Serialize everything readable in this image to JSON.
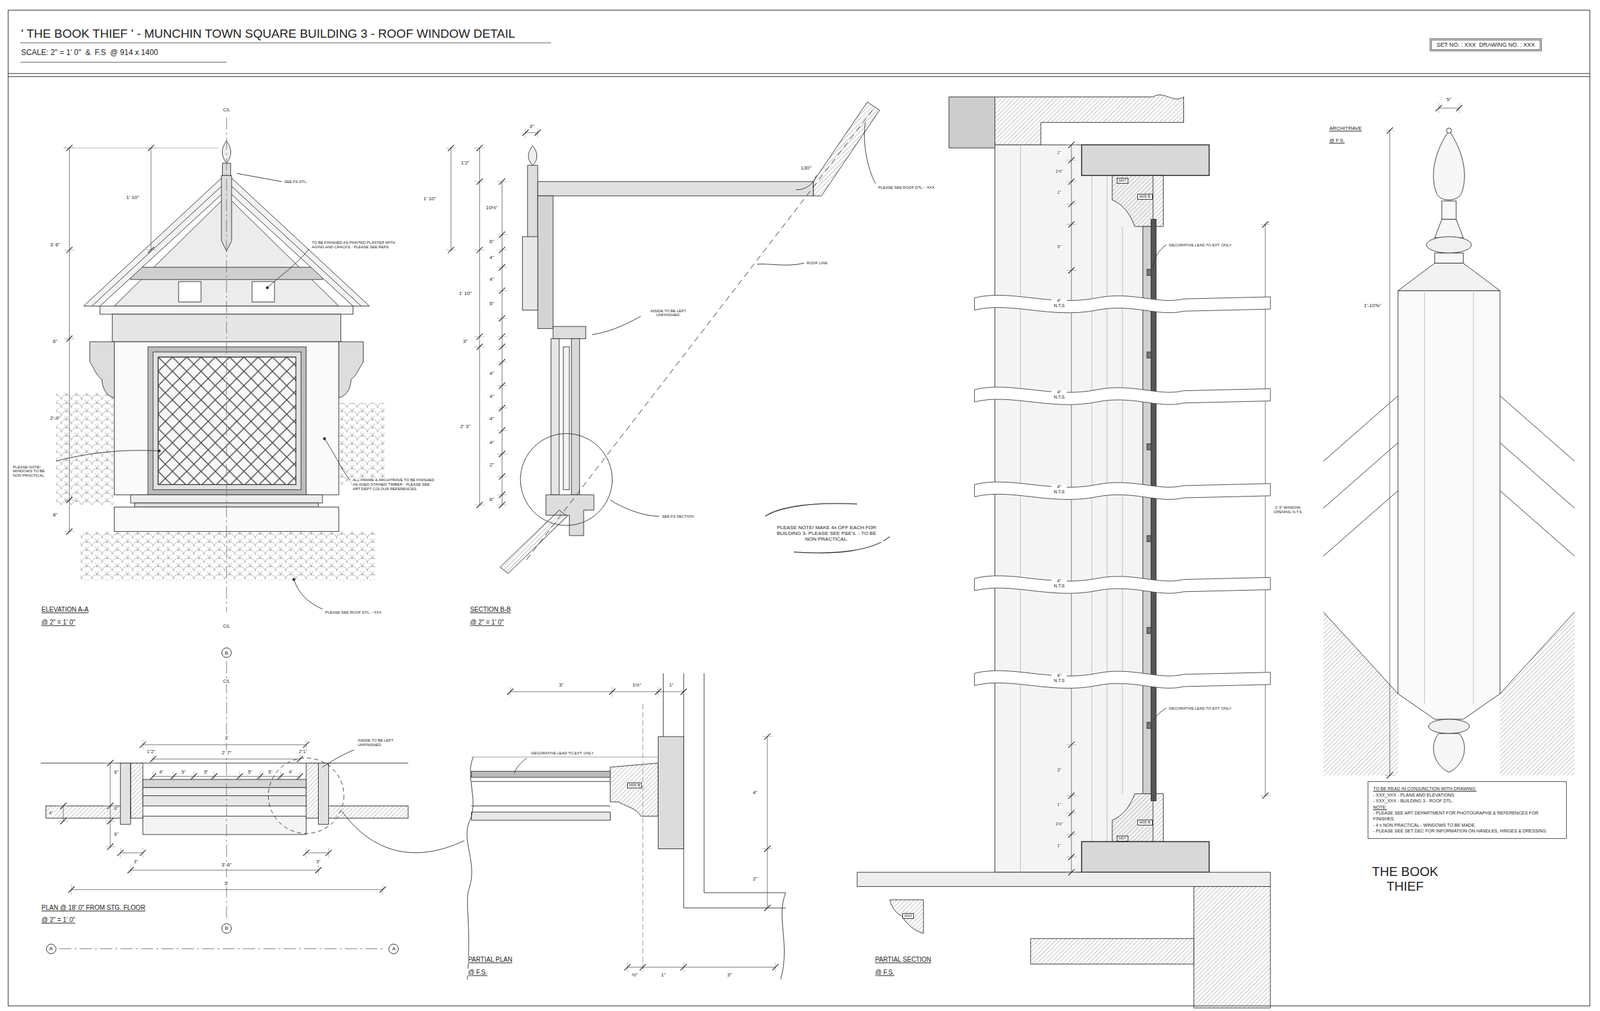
{
  "diagram": {
    "title": "' THE BOOK THIEF ' - MUNCHIN TOWN SQUARE BUILDING 3 - ROOF WINDOW DETAIL",
    "nodes": [
      {
        "text": [
          "SET NO. : XXX  DRAWING NO. : XXX"
        ]
      },
      {
        "text": [
          "M07"
        ]
      },
      {
        "text": [
          "M05 B"
        ]
      },
      {
        "text": [
          "B"
        ]
      },
      {
        "text": [
          "M05 B"
        ]
      },
      {
        "text": [
          "M05 B"
        ]
      },
      {
        "text": [
          "M07"
        ]
      },
      {
        "text": [
          "TO BE READ IN CONJUNCTION WITH DRAWING:",
          "- XXX_XXX - PLANS AND ELEVATIONS",
          "- XXX_XXX - BUILDING 3 - ROOF DTL.",
          "NOTE:",
          "- PLEASE SEE ART DEPARTMENT FOR PHOTOGRAPHS & REFERENCES FOR FINISHES.",
          "- 4 x NON PRACTICAL - WINDOWS TO BE MADE.",
          "- PLEASE SEE SET DEC FOR INFORMATION ON HANDLES, HINGES & DRESSING."
        ]
      },
      {
        "text": [
          "M10"
        ]
      },
      {
        "text": [
          "B"
        ]
      },
      {
        "text": [
          "A"
        ]
      },
      {
        "text": [
          "A"
        ]
      }
    ],
    "labels": [
      "SCALE: 2\" = 1' 0\"  &  F.S  @ 914 x 1400",
      "C/L",
      "SEE FS DTL.",
      "1' 10\"",
      "3' 6\"",
      "TO BE FINISHED AS PAINTED PLASTER WITH AGING AND CRACKS - PLEASE SEE REFS",
      "6\"",
      "2'-9\"",
      "PLEASE NOTE! WINDOWS TO BE NON PRACTICAL.",
      "ALL FRAME & ARCHITRAVE TO BE FINISHED AS AGED STAINED TIMBER - PLEASE SEE ART DEPT COLOUR REFERENCES.",
      "8\"",
      "PLEASE SEE ROOF DTL. - XXX",
      "ELEVATION A-A",
      "@ 2\" = 1' 0\"",
      "C/L",
      "3\"",
      "1' 10\"",
      "1'2\"",
      "10½\"",
      "6\"",
      "4\"",
      "1' 10\"",
      "4\"",
      "5\"",
      "3\"",
      "4\"",
      "4\"",
      "2' 3\"",
      "4\"",
      "4\"",
      "2\"",
      "6\"",
      "130°",
      "PLEASE SEE ROOF DTL. - XXX",
      "ROOF LINE",
      "INSIDE TO BE LEFT UNFINISHED.",
      "SEE FS SECTION",
      "SECTION B-B",
      "@ 2\" = 1' 0\"",
      "PLEASE NOTE! MAKE 4x OFF EACH FOR BUILDING 3- PLEASE SEE P&E's. - TO BE NON PRACTICAL.",
      "C/L",
      "INSIDE TO BE LEFT UNFINISHED",
      "3'",
      "2' 7\"",
      "1\"2\"",
      "2\"1\"",
      "6\"",
      "4\"",
      "5\"",
      "5\"",
      "5\"",
      "5\"",
      "4\"",
      "6\"",
      "4\"",
      "6\"",
      "3\"",
      "3\"",
      "3'-6\"",
      "5'",
      "PLAN @ 18' 0\" FROM STG. FLOOR",
      "@ 2\" = 1' 0\"",
      "3\"",
      "1½\"",
      "1\"",
      "DECORATIVE LEAD TO EXT. ONLY",
      "4\"",
      "2\"",
      "½\"",
      "1\"",
      "3\"",
      "PARTIAL PLAN",
      "@ F.S.",
      "1\"",
      "1½\"",
      "1\"",
      "3\"",
      "DECORATIVE LEAD TO EXT. ONLY",
      "4\" N.T.S",
      "4\" N.T.S",
      "4\" N.T.S",
      "4\" N.T.S",
      "4\" N.T.S",
      "2' 9\" WINDOW OPENING N.T.S",
      "DECORATIVE LEAD TO EXT. ONLY",
      "3\"",
      "1\"",
      "1½\"",
      "1\"",
      "PARTIAL SECTION",
      "@ F.S.",
      "5\"",
      "ARCHITRAVE",
      "@ F.S.",
      "1'-10⅝\"",
      "THE BOOK THIEF"
    ]
  }
}
